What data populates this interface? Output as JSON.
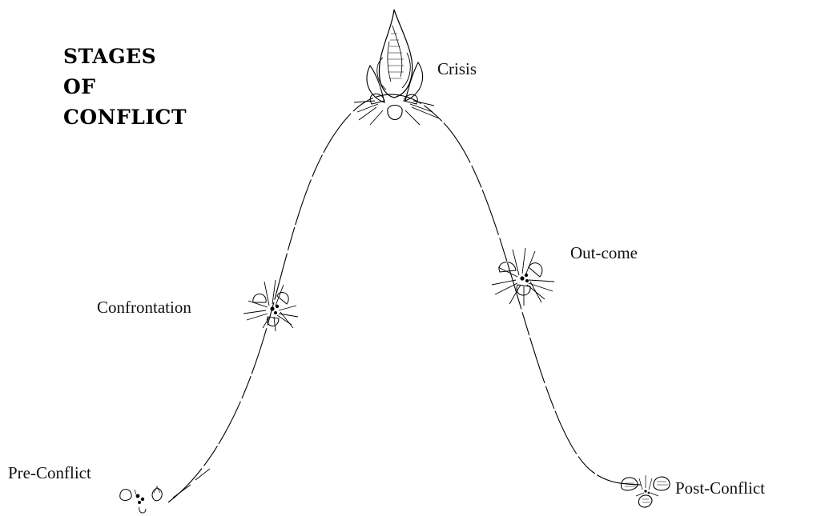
{
  "title": {
    "line1": "STAGES",
    "line2": "OF",
    "line3": "CONFLICT"
  },
  "stages": [
    {
      "id": "pre-conflict",
      "label": "Pre-Conflict"
    },
    {
      "id": "confrontation",
      "label": "Confrontation"
    },
    {
      "id": "crisis",
      "label": "Crisis"
    },
    {
      "id": "outcome",
      "label": "Out-come"
    },
    {
      "id": "post-conflict",
      "label": "Post-Conflict"
    }
  ],
  "colors": {
    "ink": "#000000",
    "background": "#ffffff"
  }
}
